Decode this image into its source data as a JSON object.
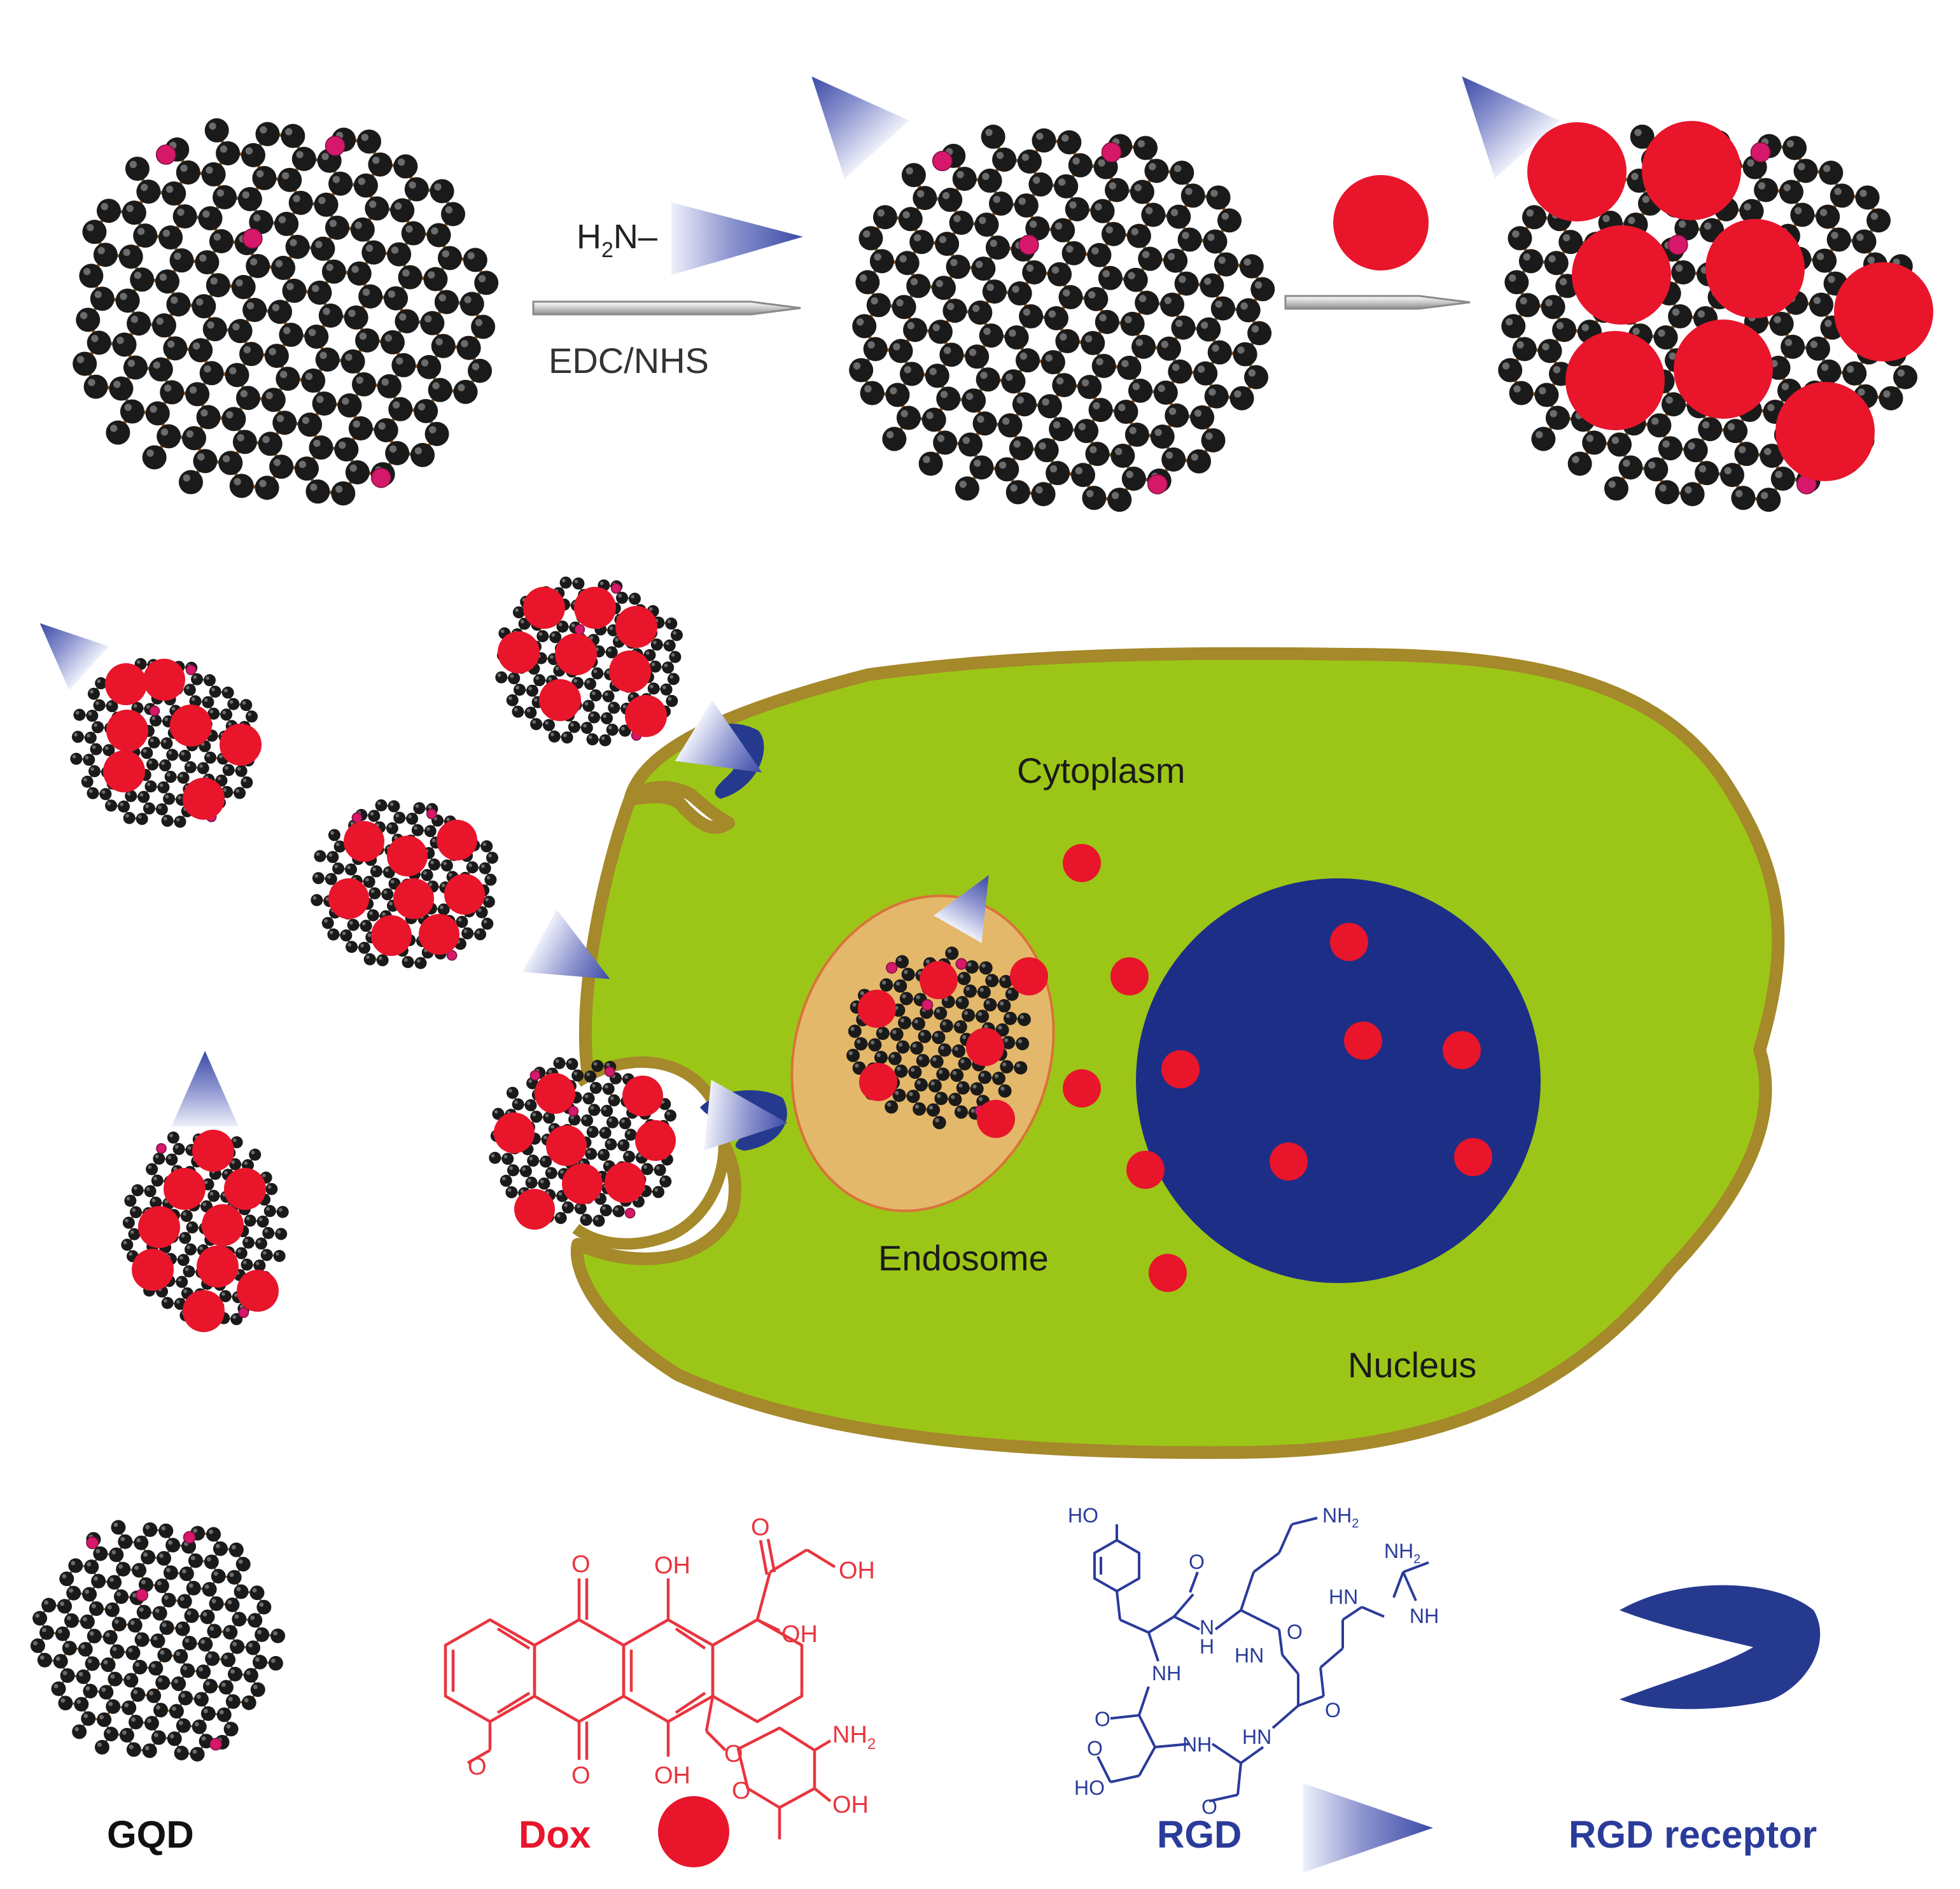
{
  "reaction": {
    "reagent_prefix": "H",
    "reagent_subscript": "2",
    "reagent_suffix": "N–",
    "condition": "EDC/NHS"
  },
  "cell_labels": {
    "cytoplasm": "Cytoplasm",
    "endosome": "Endosome",
    "nucleus": "Nucleus"
  },
  "legend": {
    "gqd": "GQD",
    "dox": "Dox",
    "rgd": "RGD",
    "rgd_receptor": "RGD receptor"
  },
  "dox_structure": {
    "oh_top": "OH",
    "oh_right": "OH",
    "oh_inner": "OH",
    "oh_bottom": "OH",
    "nh2_main": "NH",
    "nh2_sub": "2",
    "oh_sugar": "OH"
  },
  "rgd_structure": {
    "ho_top": "HO",
    "nh2_top_main": "NH",
    "nh2_top_sub": "2",
    "nh2_guan_main": "NH",
    "nh2_guan_sub": "2",
    "hn_guan": "HN",
    "nh_guan": "NH",
    "hn_1": "N",
    "h_1": "H",
    "nh_2": "NH",
    "hn_3": "HN",
    "nh_4": "NH",
    "hn_5": "HN",
    "ho_bottom": "HO"
  },
  "colors": {
    "carbon": "#1a1a1a",
    "bond": "#8b5a2b",
    "functional": "#d6186a",
    "dox": "#e8152b",
    "rgd": "#4a55a8",
    "receptor": "#253a8f",
    "cytoplasm": "#9cc617",
    "membrane": "#a5892a",
    "endosome": "#e4b86a",
    "nucleus": "#1d2e87",
    "dox_structure": "#e8353f",
    "rgd_structure": "#2a3b9a"
  }
}
